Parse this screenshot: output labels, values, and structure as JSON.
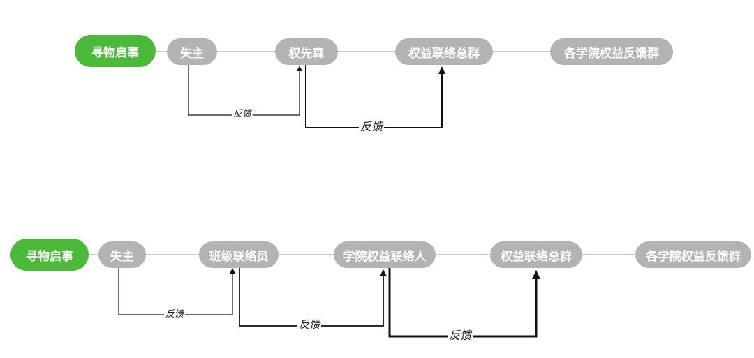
{
  "colors": {
    "start": "#4cb93b",
    "node": "#b3b3b3",
    "connector": "#c7c7c7",
    "arrow": "#111111"
  },
  "flow_top": {
    "nodes": [
      "寻物启事",
      "失主",
      "权先森",
      "权益联络总群",
      "各学院权益反馈群"
    ],
    "feedback": [
      "反馈",
      "反馈"
    ]
  },
  "flow_bottom": {
    "nodes": [
      "寻物启事",
      "失主",
      "班级联络员",
      "学院权益联络人",
      "权益联络总群",
      "各学院权益反馈群"
    ],
    "feedback": [
      "反馈",
      "反馈",
      "反馈"
    ]
  }
}
